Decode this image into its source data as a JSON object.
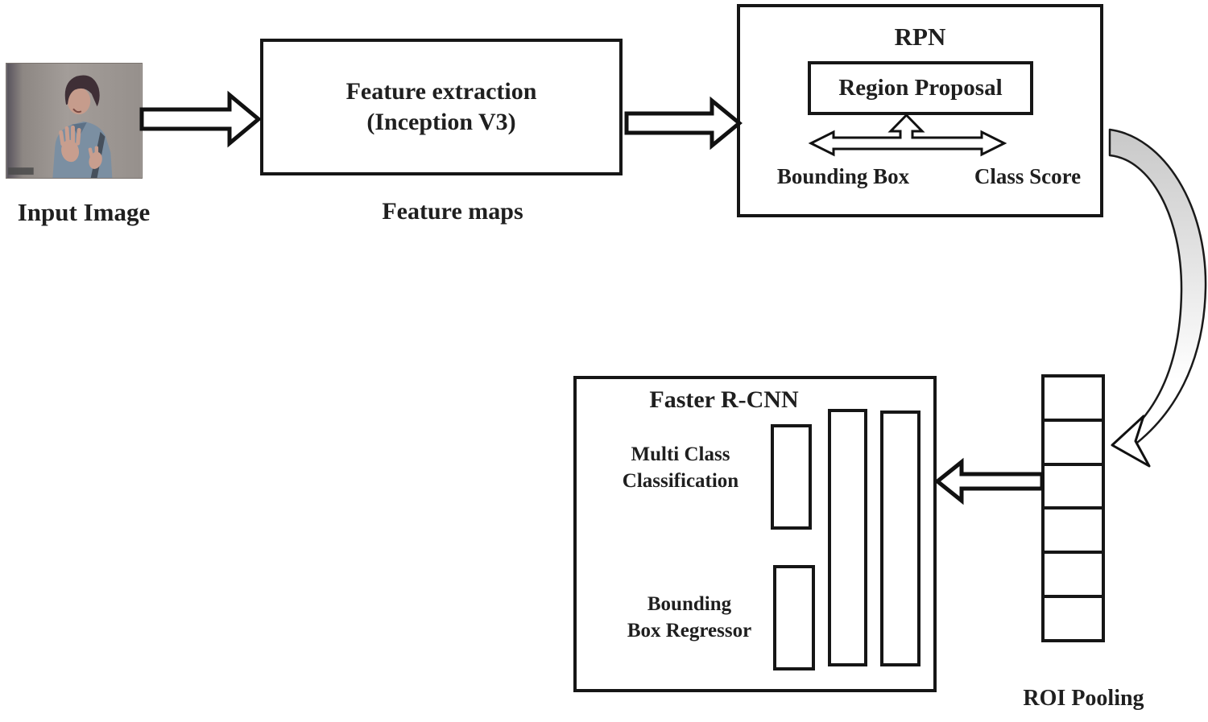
{
  "diagram": {
    "nodes": {
      "input_image": {
        "caption": "Input Image"
      },
      "feature_extraction": {
        "line1": "Feature extraction",
        "line2": "(Inception V3)",
        "caption": "Feature maps"
      },
      "rpn": {
        "title": "RPN",
        "region_proposal_label": "Region Proposal",
        "bounding_box_label": "Bounding Box",
        "class_score_label": "Class Score"
      },
      "faster_rcnn": {
        "title": "Faster R-CNN",
        "multi_class_line1": "Multi Class",
        "multi_class_line2": "Classification",
        "bbox_regressor_line1": "Bounding",
        "bbox_regressor_line2": "Box Regressor"
      },
      "roi_pooling": {
        "caption": "ROI Pooling",
        "cell_count": 6
      }
    },
    "edges": [
      {
        "from": "input_image",
        "to": "feature_extraction",
        "style": "hollow-arrow-right"
      },
      {
        "from": "feature_extraction",
        "to": "rpn",
        "style": "hollow-arrow-right"
      },
      {
        "from": "region_proposal",
        "to": "bounding_box / class_score",
        "style": "double-headed-hollow-arrow-with-up-branch"
      },
      {
        "from": "rpn",
        "to": "roi_pooling",
        "style": "curved-gray-tapered-arrow"
      },
      {
        "from": "roi_pooling",
        "to": "faster_rcnn",
        "style": "hollow-arrow-left"
      }
    ],
    "colors": {
      "outline": "#161616",
      "text": "#1f1f1f",
      "curved_arrow_fill": "#c8c8c8",
      "canvas_background": "#ffffff"
    }
  }
}
